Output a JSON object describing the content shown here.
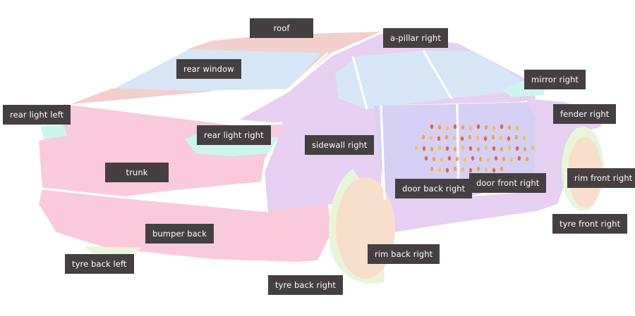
{
  "colors": {
    "background": "#ffffff",
    "label_bg": "#463f42",
    "label_text": "#ffffff",
    "roof": "#f2cfcc",
    "rear_window": "#d6e6f7",
    "rear_lights": "#ccf5ec",
    "trunk": "#f9cadb",
    "bumper": "#f9cadb",
    "sidewall": "#e6cff0",
    "door": "#d6d0f5",
    "windows": "#d6e6f7",
    "mirror": "#ccf5ec",
    "fender": "#e6cff0",
    "rim": "#f7dfcb",
    "tyre": "#e8f5d9",
    "damage": "#e8501e"
  },
  "labels": {
    "roof": "roof",
    "a_pillar_right": "a-pillar right",
    "rear_window": "rear window",
    "mirror_right": "mirror right",
    "rear_light_left": "rear light left",
    "fender_right": "fender right",
    "rear_light_right": "rear light right",
    "sidewall_right": "sidewall right",
    "trunk": "trunk",
    "rim_front_right": "rim front right",
    "door_back_right": "door back right",
    "door_front_right": "door front right",
    "tyre_front_right": "tyre front right",
    "bumper_back": "bumper back",
    "rim_back_right": "rim back right",
    "tyre_back_left": "tyre back left",
    "tyre_back_right": "tyre back right"
  }
}
